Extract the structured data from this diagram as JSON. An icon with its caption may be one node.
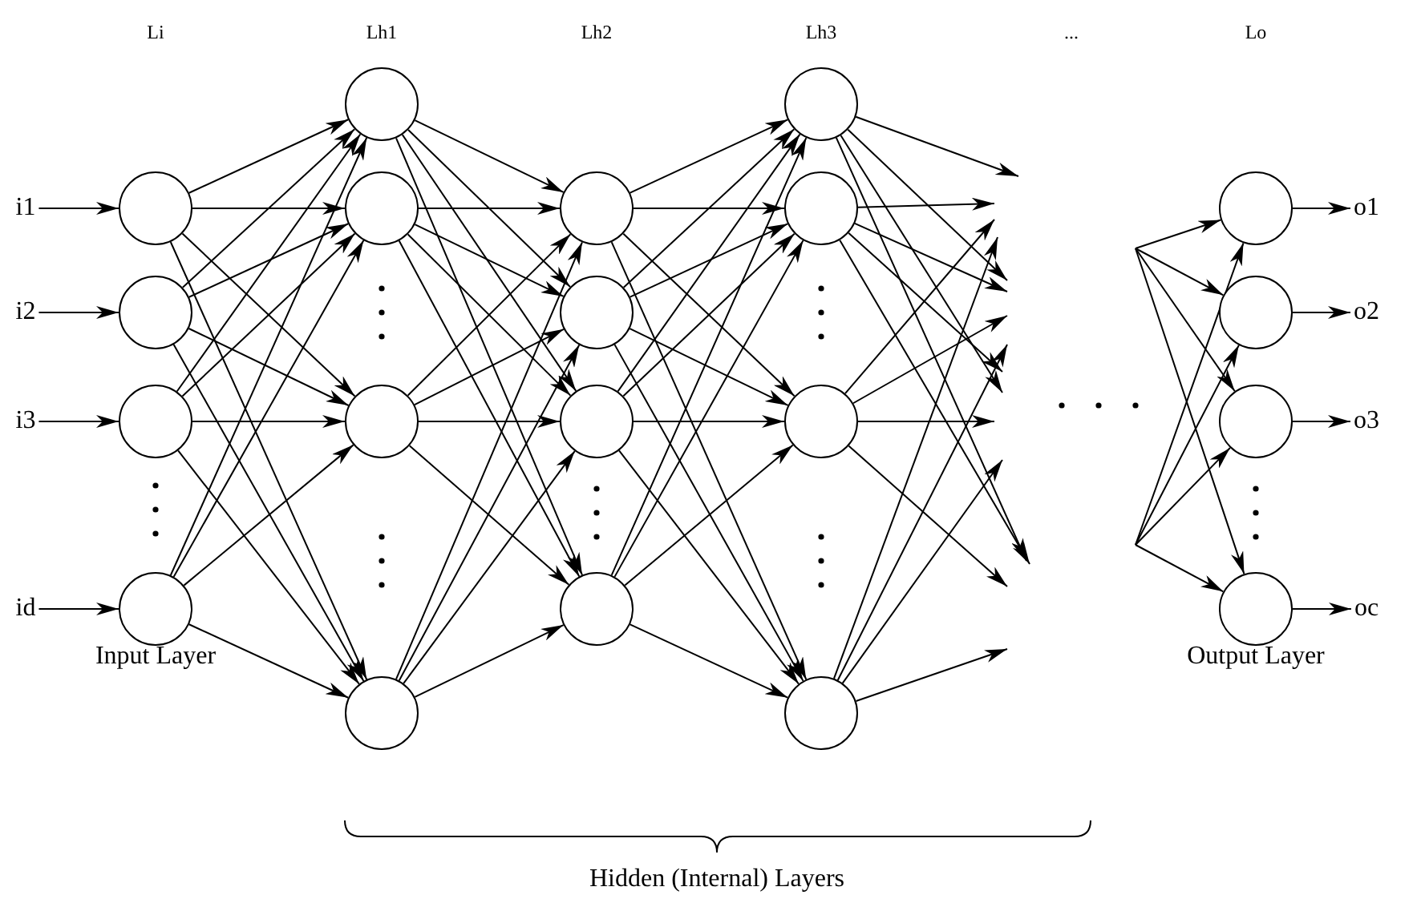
{
  "diagram": {
    "nodes": [
      {
        "text": [],
        "shape": "circle"
      },
      {
        "text": [],
        "shape": "circle"
      },
      {
        "text": [],
        "shape": "circle"
      },
      {
        "text": [],
        "shape": "circle"
      },
      {
        "text": [],
        "shape": "circle"
      },
      {
        "text": [],
        "shape": "circle"
      },
      {
        "text": [],
        "shape": "circle"
      },
      {
        "text": [],
        "shape": "circle"
      },
      {
        "text": [],
        "shape": "circle"
      },
      {
        "text": [],
        "shape": "circle"
      },
      {
        "text": [],
        "shape": "circle"
      },
      {
        "text": [],
        "shape": "circle"
      },
      {
        "text": [],
        "shape": "circle"
      },
      {
        "text": [],
        "shape": "circle"
      },
      {
        "text": [],
        "shape": "circle"
      },
      {
        "text": [],
        "shape": "circle"
      },
      {
        "text": [],
        "shape": "circle"
      },
      {
        "text": [],
        "shape": "circle"
      },
      {
        "text": [],
        "shape": "circle"
      },
      {
        "text": [],
        "shape": "circle"
      },
      {
        "text": [
          "i1"
        ]
      },
      {
        "text": [
          "i2"
        ]
      },
      {
        "text": [
          "i3"
        ]
      },
      {
        "text": [
          "id"
        ]
      },
      {
        "text": [
          "o1"
        ]
      },
      {
        "text": [
          "o2"
        ]
      },
      {
        "text": [
          "o3"
        ]
      },
      {
        "text": [
          "oc"
        ]
      }
    ],
    "edges": [
      {
        "from": 20,
        "to": 0,
        "arrow": "to"
      },
      {
        "from": 21,
        "to": 1,
        "arrow": "to"
      },
      {
        "from": 22,
        "to": 2,
        "arrow": "to"
      },
      {
        "from": 23,
        "to": 3,
        "arrow": "to"
      },
      {
        "from": 0,
        "to": 4,
        "arrow": "to"
      },
      {
        "from": 0,
        "to": 5,
        "arrow": "to"
      },
      {
        "from": 0,
        "to": 6,
        "arrow": "to"
      },
      {
        "from": 0,
        "to": 7,
        "arrow": "to"
      },
      {
        "from": 1,
        "to": 4,
        "arrow": "to"
      },
      {
        "from": 1,
        "to": 5,
        "arrow": "to"
      },
      {
        "from": 1,
        "to": 6,
        "arrow": "to"
      },
      {
        "from": 1,
        "to": 7,
        "arrow": "to"
      },
      {
        "from": 2,
        "to": 4,
        "arrow": "to"
      },
      {
        "from": 2,
        "to": 5,
        "arrow": "to"
      },
      {
        "from": 2,
        "to": 6,
        "arrow": "to"
      },
      {
        "from": 2,
        "to": 7,
        "arrow": "to"
      },
      {
        "from": 3,
        "to": 4,
        "arrow": "to"
      },
      {
        "from": 3,
        "to": 5,
        "arrow": "to"
      },
      {
        "from": 3,
        "to": 6,
        "arrow": "to"
      },
      {
        "from": 3,
        "to": 7,
        "arrow": "to"
      },
      {
        "from": 4,
        "to": 8,
        "arrow": "to"
      },
      {
        "from": 4,
        "to": 9,
        "arrow": "to"
      },
      {
        "from": 4,
        "to": 10,
        "arrow": "to"
      },
      {
        "from": 4,
        "to": 11,
        "arrow": "to"
      },
      {
        "from": 5,
        "to": 8,
        "arrow": "to"
      },
      {
        "from": 5,
        "to": 9,
        "arrow": "to"
      },
      {
        "from": 5,
        "to": 10,
        "arrow": "to"
      },
      {
        "from": 5,
        "to": 11,
        "arrow": "to"
      },
      {
        "from": 6,
        "to": 8,
        "arrow": "to"
      },
      {
        "from": 6,
        "to": 9,
        "arrow": "to"
      },
      {
        "from": 6,
        "to": 10,
        "arrow": "to"
      },
      {
        "from": 6,
        "to": 11,
        "arrow": "to"
      },
      {
        "from": 7,
        "to": 8,
        "arrow": "to"
      },
      {
        "from": 7,
        "to": 9,
        "arrow": "to"
      },
      {
        "from": 7,
        "to": 10,
        "arrow": "to"
      },
      {
        "from": 7,
        "to": 11,
        "arrow": "to"
      },
      {
        "from": 8,
        "to": 12,
        "arrow": "to"
      },
      {
        "from": 8,
        "to": 13,
        "arrow": "to"
      },
      {
        "from": 8,
        "to": 14,
        "arrow": "to"
      },
      {
        "from": 8,
        "to": 15,
        "arrow": "to"
      },
      {
        "from": 9,
        "to": 12,
        "arrow": "to"
      },
      {
        "from": 9,
        "to": 13,
        "arrow": "to"
      },
      {
        "from": 9,
        "to": 14,
        "arrow": "to"
      },
      {
        "from": 9,
        "to": 15,
        "arrow": "to"
      },
      {
        "from": 10,
        "to": 12,
        "arrow": "to"
      },
      {
        "from": 10,
        "to": 13,
        "arrow": "to"
      },
      {
        "from": 10,
        "to": 14,
        "arrow": "to"
      },
      {
        "from": 10,
        "to": 15,
        "arrow": "to"
      },
      {
        "from": 11,
        "to": 12,
        "arrow": "to"
      },
      {
        "from": 11,
        "to": 13,
        "arrow": "to"
      },
      {
        "from": 11,
        "to": 14,
        "arrow": "to"
      },
      {
        "from": 11,
        "to": 15,
        "arrow": "to"
      },
      {
        "from": 12,
        "to": null,
        "arrow": "to"
      },
      {
        "from": 12,
        "to": null,
        "arrow": "to"
      },
      {
        "from": 12,
        "to": null,
        "arrow": "to"
      },
      {
        "from": 12,
        "to": null,
        "arrow": "to"
      },
      {
        "from": 13,
        "to": null,
        "arrow": "to"
      },
      {
        "from": 13,
        "to": null,
        "arrow": "to"
      },
      {
        "from": 13,
        "to": null,
        "arrow": "to"
      },
      {
        "from": 13,
        "to": null,
        "arrow": "to"
      },
      {
        "from": 14,
        "to": null,
        "arrow": "to"
      },
      {
        "from": 14,
        "to": null,
        "arrow": "to"
      },
      {
        "from": 14,
        "to": null,
        "arrow": "to"
      },
      {
        "from": 14,
        "to": null,
        "arrow": "to"
      },
      {
        "from": 15,
        "to": null,
        "arrow": "to"
      },
      {
        "from": 15,
        "to": null,
        "arrow": "to"
      },
      {
        "from": 15,
        "to": null,
        "arrow": "to"
      },
      {
        "from": 15,
        "to": null,
        "arrow": "to"
      },
      {
        "from": null,
        "to": 16,
        "arrow": "to"
      },
      {
        "from": null,
        "to": 17,
        "arrow": "to"
      },
      {
        "from": null,
        "to": 18,
        "arrow": "to"
      },
      {
        "from": null,
        "to": 19,
        "arrow": "to"
      },
      {
        "from": null,
        "to": 16,
        "arrow": "to"
      },
      {
        "from": null,
        "to": 17,
        "arrow": "to"
      },
      {
        "from": null,
        "to": 18,
        "arrow": "to"
      },
      {
        "from": null,
        "to": 19,
        "arrow": "to"
      },
      {
        "from": 16,
        "to": 24,
        "arrow": "to"
      },
      {
        "from": 17,
        "to": 25,
        "arrow": "to"
      },
      {
        "from": 18,
        "to": 26,
        "arrow": "to"
      },
      {
        "from": 19,
        "to": 27,
        "arrow": "to"
      }
    ],
    "labels": [
      "Li",
      "Lh1",
      "Lh2",
      "Lh3",
      "...",
      "Lo",
      "Input Layer",
      "Output Layer",
      "Hidden (Internal) Layers"
    ]
  }
}
